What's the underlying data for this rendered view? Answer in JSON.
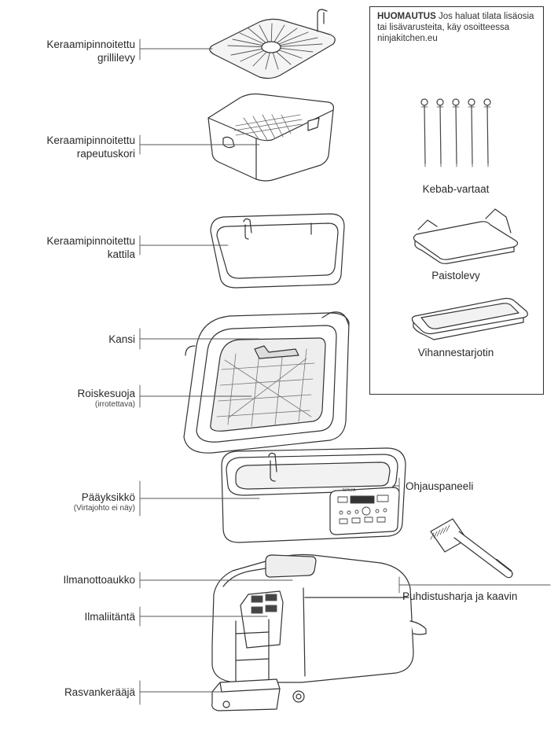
{
  "labels": {
    "grill_plate": [
      "Keraamipinnoitettu",
      "grillilevy"
    ],
    "crisper_basket": [
      "Keraamipinnoitettu",
      "rapeutuskori"
    ],
    "cooking_pot": [
      "Keraamipinnoitettu",
      "kattila"
    ],
    "lid": "Kansi",
    "splatter_guard": "Roiskesuoja",
    "splatter_guard_note": "(irrotettava)",
    "main_unit": "Pääyksikkö",
    "main_unit_note": "(Virtajohto ei näy)",
    "control_panel": "Ohjauspaneeli",
    "air_intake": "Ilmanottoaukko",
    "air_outlet": "Ilmaliitäntä",
    "grease_collector": "Rasvankerääjä",
    "brush": "Puhdistusharja ja kaavin"
  },
  "note": {
    "heading": "HUOMAUTUS",
    "body": "Jos haluat tilata lisäosia tai lisävarusteita, käy osoitteessa ninjakitchen.eu"
  },
  "accessories": {
    "skewers": "Kebab-vartaat",
    "baking_pan": "Paistolevy",
    "vegetable_tray": "Vihannestarjotin"
  },
  "panel_text": {
    "brand": "NINJA"
  }
}
